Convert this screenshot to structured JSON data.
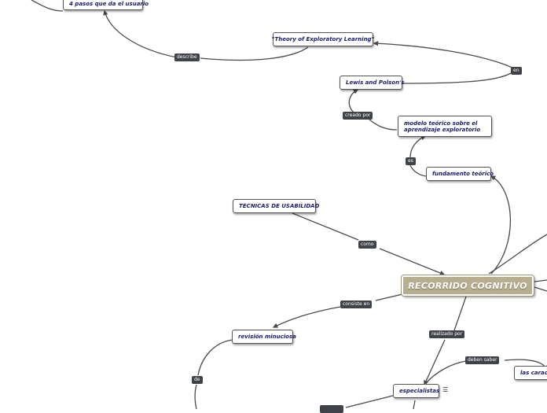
{
  "root": {
    "label": "RECORRIDO COGNITIVO"
  },
  "nodes": {
    "pasos": "4 pasos que da el usuario",
    "theory": "\"Theory of Exploratory Learning\"",
    "lewis": "Lewis and Polson's",
    "modelo": "modelo teórico sobre el aprendizaje exploratorio",
    "fundamento": "fundamento teórico",
    "tecnicas": "TECNICAS DE USABILIDAD",
    "revision": "revisión minuciosa",
    "especialistas": "especialistas",
    "caracteristicas": "las caracte"
  },
  "connectors": {
    "describe": "describe",
    "en": "en",
    "creado_por": "creado por",
    "es": "es",
    "como": "como",
    "consiste_en": "consiste en",
    "realizado_por": "realizado por",
    "deben_saber": "deben saber",
    "de": "de"
  },
  "icons": {
    "menu": "menu-lines-icon"
  },
  "colors": {
    "root_fill": "#b6ae8e",
    "label_fill": "#3f4347",
    "node_text": "#1b1b6e",
    "line": "#4a4a4a"
  }
}
